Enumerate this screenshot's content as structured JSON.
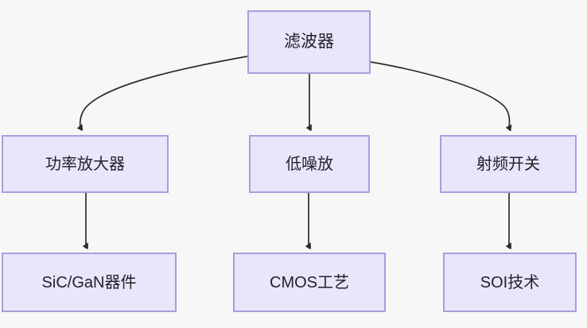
{
  "diagram": {
    "type": "flowchart",
    "direction": "top-down",
    "background_color": "#f7f7f7",
    "node_fill_color": "#e7e6fa",
    "node_border_color": "#a99ddb",
    "edge_color": "#2b2b2b",
    "text_color": "#22222a",
    "nodes": [
      {
        "id": "filter",
        "label": "滤波器",
        "level": 0
      },
      {
        "id": "pa",
        "label": "功率放大器",
        "level": 1
      },
      {
        "id": "lna",
        "label": "低噪放",
        "level": 1
      },
      {
        "id": "rfsw",
        "label": "射频开关",
        "level": 1
      },
      {
        "id": "sicgan",
        "label": "SiC/GaN器件",
        "level": 2
      },
      {
        "id": "cmos",
        "label": "CMOS工艺",
        "level": 2
      },
      {
        "id": "soi",
        "label": "SOI技术",
        "level": 2
      }
    ],
    "edges": [
      {
        "from": "filter",
        "to": "pa",
        "style": "curved",
        "arrow": "triangle"
      },
      {
        "from": "filter",
        "to": "lna",
        "style": "straight",
        "arrow": "triangle"
      },
      {
        "from": "filter",
        "to": "rfsw",
        "style": "curved",
        "arrow": "triangle"
      },
      {
        "from": "pa",
        "to": "sicgan",
        "style": "straight",
        "arrow": "triangle"
      },
      {
        "from": "lna",
        "to": "cmos",
        "style": "straight",
        "arrow": "triangle"
      },
      {
        "from": "rfsw",
        "to": "soi",
        "style": "straight",
        "arrow": "triangle"
      }
    ]
  }
}
